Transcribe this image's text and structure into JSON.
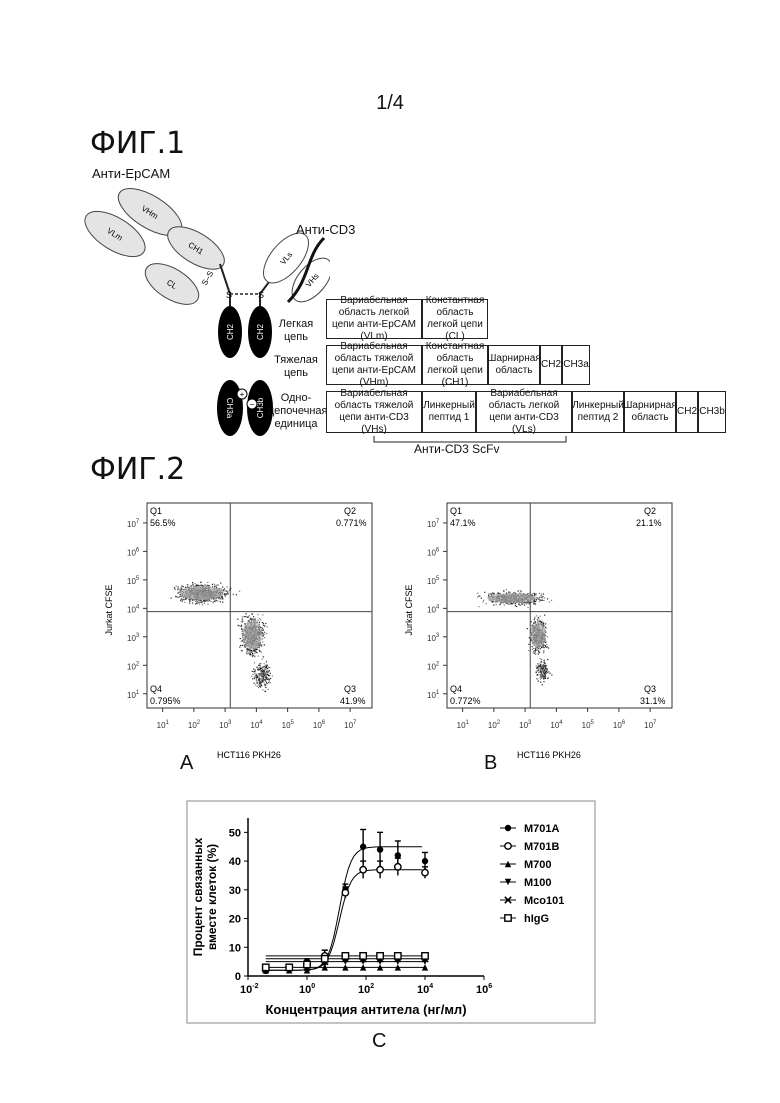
{
  "page": {
    "number": "1/4"
  },
  "fig1": {
    "label": "ФИГ.1",
    "anti_epcam": "Анти-EpCAM",
    "anti_cd3": "Анти-CD3",
    "domains": {
      "vhm": "VHm",
      "vlm": "VLm",
      "ch1": "CH1",
      "cl": "CL",
      "ss": "S–S",
      "vls": "VLs",
      "vhs": "VHs",
      "ch2": "CH2",
      "ch3a": "CH3a",
      "ch3b": "CH3b"
    },
    "rows": [
      {
        "label": "Легкая цепь",
        "cells": [
          "Вариабельная область легкой цепи анти-EpCAM (VLm)",
          "Константная область легкой цепи (CL)"
        ]
      },
      {
        "label": "Тяжелая цепь",
        "cells": [
          "Вариабельная область тяжелой цепи анти-EpCAM (VHm)",
          "Константная область легкой цепи (CH1)",
          "Шарнирная область",
          "CH2",
          "CH3a"
        ]
      },
      {
        "label": "Одно-цепочечная единица",
        "cells": [
          "Вариабельная область тяжелой цепи анти-CD3 (VHs)",
          "Линкерный пептид 1",
          "Вариабельная область легкой цепи анти-CD3 (VLs)",
          "Линкерный пептид 2",
          "Шарнирная область",
          "CH2",
          "CH3b"
        ]
      }
    ],
    "scfv_label": "Анти-CD3 ScFv"
  },
  "fig2": {
    "label": "ФИГ.2",
    "flow_plots": [
      {
        "panel": "A",
        "xlabel": "HCT116 PKH26",
        "ylabel": "Jurkat CFSE",
        "quadrants": {
          "q1": [
            "Q1",
            "56.5%"
          ],
          "q2": [
            "Q2",
            "0.771%"
          ],
          "q3": [
            "Q3",
            "41.9%"
          ],
          "q4": [
            "Q4",
            "0.795%"
          ]
        }
      },
      {
        "panel": "B",
        "xlabel": "HCT116 PKH26",
        "ylabel": "Jurkat CFSE",
        "quadrants": {
          "q1": [
            "Q1",
            "47.1%"
          ],
          "q2": [
            "Q2",
            "21.1%"
          ],
          "q3": [
            "Q3",
            "31.1%"
          ],
          "q4": [
            "Q4",
            "0.772%"
          ]
        }
      }
    ],
    "axis_ticks": [
      "10",
      "1",
      "2",
      "3",
      "4",
      "5",
      "6",
      "7"
    ],
    "panel_c": "C"
  },
  "chart_data": {
    "type": "scatter",
    "xlabel": "Концентрация антитела (нг/мл)",
    "ylabel": "Процент связанных вместе клеток (%)",
    "xscale": "log",
    "xlim": [
      0.01,
      1000000
    ],
    "ylim": [
      0,
      55
    ],
    "xticks": [
      {
        "value": 0.01,
        "base": "10",
        "exp": "-2"
      },
      {
        "value": 1,
        "base": "10",
        "exp": "0"
      },
      {
        "value": 100,
        "base": "10",
        "exp": "2"
      },
      {
        "value": 10000,
        "base": "10",
        "exp": "4"
      },
      {
        "value": 1000000,
        "base": "10",
        "exp": "6"
      }
    ],
    "yticks": [
      "0",
      "10",
      "20",
      "30",
      "40",
      "50"
    ],
    "legend_position": "right",
    "x": [
      0.04,
      0.25,
      1,
      4,
      20,
      80,
      300,
      1200,
      10000
    ],
    "series": [
      {
        "name": "M701A",
        "marker": "circle-filled",
        "values": [
          2,
          3,
          5,
          7,
          30,
          45,
          44,
          42,
          40
        ],
        "errors": [
          0,
          0,
          1,
          2,
          2,
          6,
          6,
          5,
          3
        ]
      },
      {
        "name": "M701B",
        "marker": "circle-open",
        "values": [
          2,
          3,
          4,
          7,
          29,
          37,
          37,
          38,
          36
        ],
        "errors": [
          0,
          0,
          1,
          2,
          2,
          3,
          3,
          3,
          2
        ]
      },
      {
        "name": "M700",
        "marker": "triangle-up",
        "values": [
          2,
          2,
          2,
          3,
          3,
          3,
          3,
          3,
          3
        ],
        "errors": [
          0,
          0,
          0,
          0,
          0,
          0,
          0,
          0,
          0
        ]
      },
      {
        "name": "M100",
        "marker": "triangle-down",
        "values": [
          2,
          2,
          3,
          4,
          5,
          5,
          5,
          5,
          5
        ],
        "errors": [
          0,
          0,
          0,
          0,
          0,
          0,
          0,
          0,
          0
        ]
      },
      {
        "name": "Mco101",
        "marker": "cross",
        "values": [
          3,
          3,
          3,
          5,
          6,
          6,
          6,
          6,
          6
        ],
        "errors": [
          0,
          0,
          0,
          0,
          0,
          0,
          0,
          0,
          0
        ]
      },
      {
        "name": "hIgG",
        "marker": "square-open",
        "values": [
          3,
          3,
          4,
          6,
          7,
          7,
          7,
          7,
          7
        ],
        "errors": [
          0,
          0,
          0,
          0,
          0,
          0,
          0,
          0,
          0
        ]
      }
    ]
  }
}
